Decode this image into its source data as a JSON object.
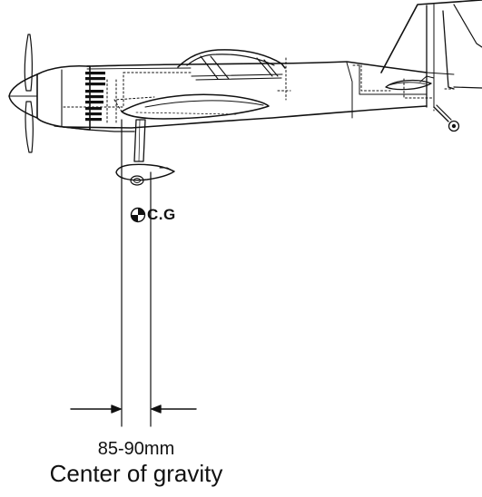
{
  "labels": {
    "cg_marker": "C.G",
    "dimension": "85-90mm",
    "caption": "Center of gravity"
  }
}
